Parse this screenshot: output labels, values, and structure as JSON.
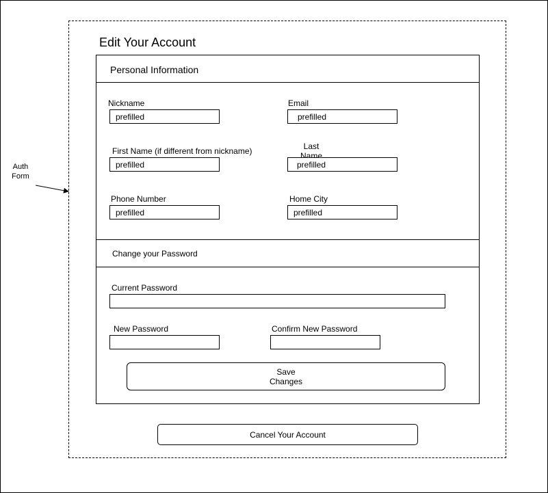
{
  "annotation": {
    "line1": "Auth",
    "line2": "Form"
  },
  "form": {
    "title": "Edit Your Account",
    "personal_section": {
      "title": "Personal Information"
    },
    "fields": {
      "nickname": {
        "label": "Nickname",
        "value": "prefilled"
      },
      "email": {
        "label": "Email",
        "value": "prefilled"
      },
      "first_name": {
        "label": "First Name (if different from nickname)",
        "value": "prefilled"
      },
      "last_name": {
        "label_line1": "Last",
        "label_line2": "Name",
        "value": "prefilled"
      },
      "phone_number": {
        "label": "Phone Number",
        "value": "prefilled"
      },
      "home_city": {
        "label": "Home City",
        "value": "prefilled"
      }
    },
    "password_section": {
      "title": "Change your Password",
      "current_password": {
        "label": "Current Password",
        "value": ""
      },
      "new_password": {
        "label": "New Password",
        "value": ""
      },
      "confirm_password": {
        "label": "Confirm New Password",
        "value": ""
      }
    },
    "save_button": {
      "line1": "Save",
      "line2": "Changes"
    },
    "cancel_button": {
      "label": "Cancel Your Account"
    }
  }
}
